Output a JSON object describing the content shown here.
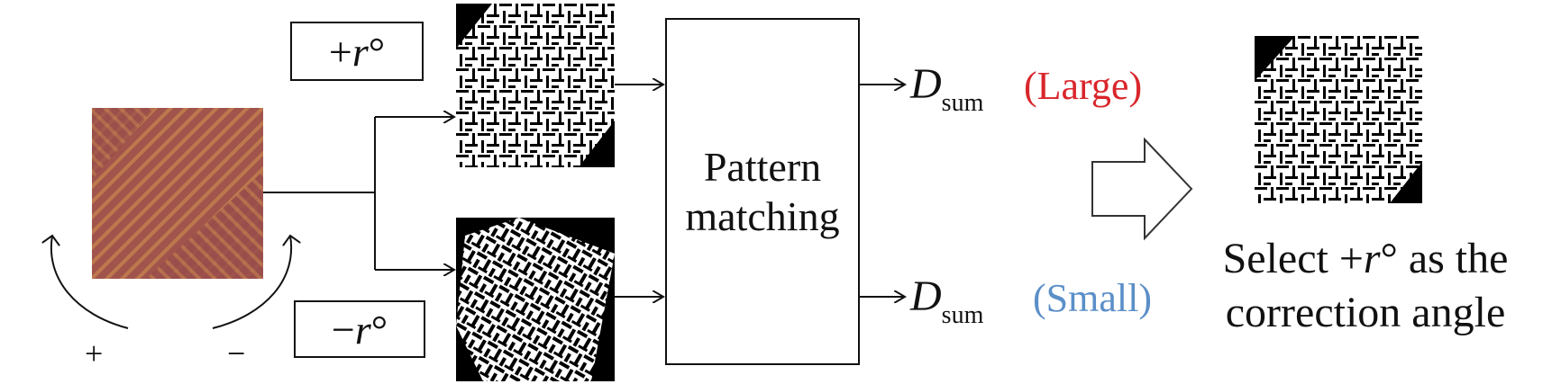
{
  "rotation_labels": {
    "plus_prefix": "+r",
    "minus_prefix": "−r",
    "degree": "°"
  },
  "center_box": {
    "line1": "Pattern",
    "line2": "matching"
  },
  "outputs": {
    "d_symbol": "D",
    "d_subscript": "sum",
    "top_tag": "(Large)",
    "bottom_tag": "(Small)"
  },
  "selection": {
    "line1_prefix": "Select ",
    "line1_value": "+r",
    "line1_degree": "°",
    "line1_suffix": " as the",
    "line2": "correction angle"
  },
  "signs": {
    "plus": "+",
    "minus": "−"
  },
  "colors": {
    "large": "#d9262b",
    "small": "#5b8fc8",
    "texture_base": "#a45a45",
    "stroke": "#111111"
  }
}
